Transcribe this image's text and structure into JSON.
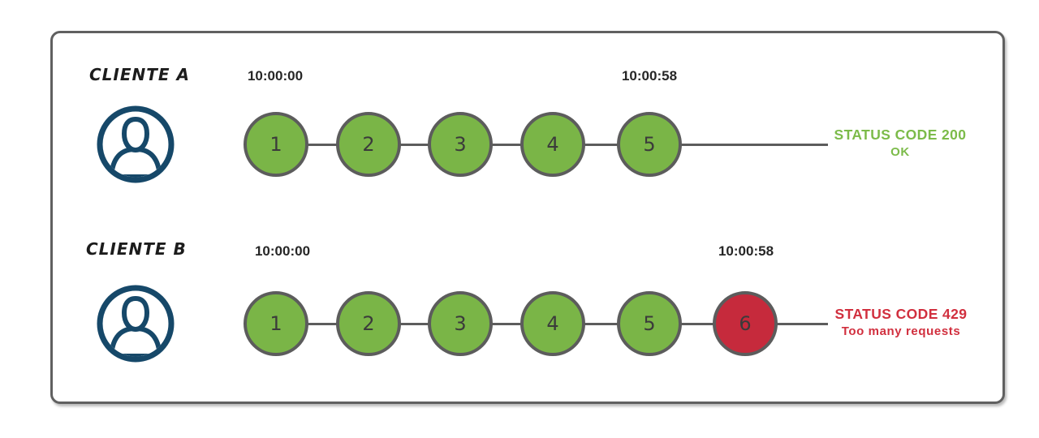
{
  "diagram": {
    "type": "rate-limiting-timeline",
    "colors": {
      "request_ok": "#7ab547",
      "request_blocked": "#c62a3c",
      "status_success_text": "#7cbb4a",
      "status_error_text": "#d12f3e",
      "user_icon": "#164869",
      "line_gray": "#5c5c5c",
      "frame_border": "#606060"
    },
    "clients": [
      {
        "label": "CLIENTE A",
        "icon": "user-icon",
        "start_time": "10:00:00",
        "end_time": "10:00:58",
        "requests": [
          {
            "n": "1",
            "status": "ok"
          },
          {
            "n": "2",
            "status": "ok"
          },
          {
            "n": "3",
            "status": "ok"
          },
          {
            "n": "4",
            "status": "ok"
          },
          {
            "n": "5",
            "status": "ok"
          }
        ],
        "status": {
          "line1": "STATUS CODE 200",
          "line2": "OK",
          "tone": "success"
        }
      },
      {
        "label": "CLIENTE B",
        "icon": "user-icon",
        "start_time": "10:00:00",
        "end_time": "10:00:58",
        "requests": [
          {
            "n": "1",
            "status": "ok"
          },
          {
            "n": "2",
            "status": "ok"
          },
          {
            "n": "3",
            "status": "ok"
          },
          {
            "n": "4",
            "status": "ok"
          },
          {
            "n": "5",
            "status": "ok"
          },
          {
            "n": "6",
            "status": "blocked"
          }
        ],
        "status": {
          "line1": "STATUS CODE 429",
          "line2": "Too many requests",
          "tone": "error"
        }
      }
    ]
  }
}
